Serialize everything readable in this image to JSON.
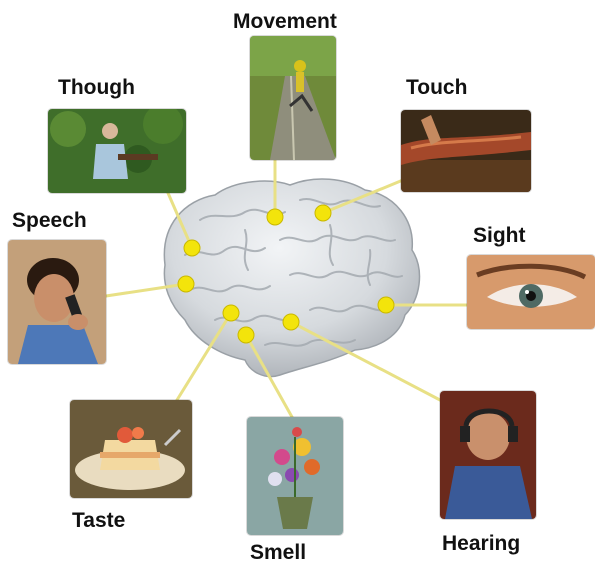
{
  "diagram": {
    "labels": {
      "movement": "Movement",
      "thought": "Though",
      "touch": "Touch",
      "speech": "Speech",
      "sight": "Sight",
      "taste": "Taste",
      "smell": "Smell",
      "hearing": "Hearing"
    },
    "photos": {
      "movement": "cyclist-on-road-photo",
      "thought": "person-writing-in-garden-photo",
      "touch": "hand-touching-surface-photo",
      "speech": "man-on-telephone-photo",
      "sight": "human-eye-photo",
      "taste": "cake-slice-photo",
      "smell": "flower-bouquet-photo",
      "hearing": "person-listening-to-music-photo"
    },
    "colors": {
      "connector": "#e8e085",
      "node": "#f3e40b",
      "brain": "#d9dde2"
    }
  }
}
